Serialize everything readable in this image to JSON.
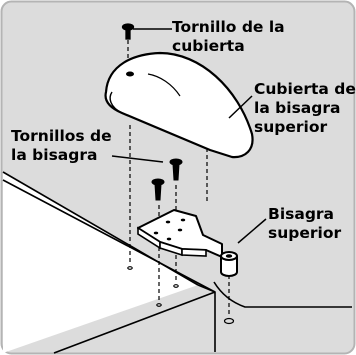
{
  "labels": {
    "screw_cover": "Tornillo de la\ncubierta",
    "hinge_cover": "Cubierta de\nla bisagra\nsuperior",
    "hinge_screws": "Tornillos de\nla bisagra",
    "upper_hinge": "Bisagra\nsuperior"
  },
  "colors": {
    "panel_background": "#dcdcdc",
    "panel_border": "#b4b4b4",
    "line": "#000000",
    "part_fill": "#ffffff"
  }
}
